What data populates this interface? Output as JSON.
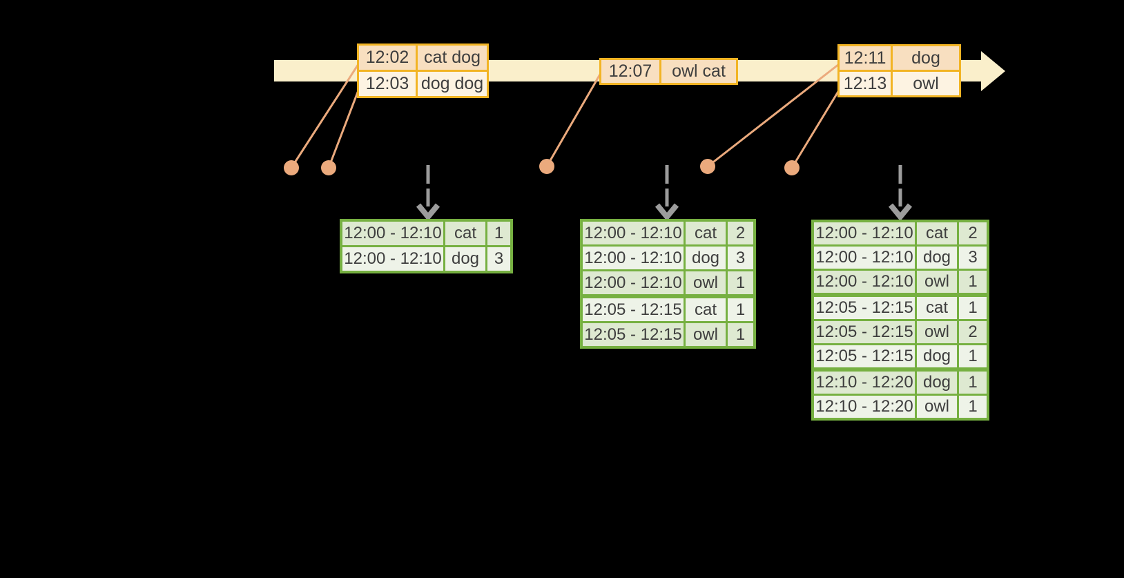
{
  "colors": {
    "background": "#000000",
    "timeline_fill": "#FAEFCB",
    "event_border": "#F2B424",
    "event_row_peach": "#F8DFC0",
    "event_row_cream": "#FDF3E2",
    "connector_salmon": "#EBAA7D",
    "result_border": "#76B041",
    "result_row_dark": "#DEE9D1",
    "result_row_light": "#EEF3E8",
    "trigger_arrow_gray": "#9C9C9C",
    "text": "#3E3E3E"
  },
  "timeline": {
    "arrowhead_icon": "right-arrow",
    "event_dot_count": 5,
    "trigger_arrow_count": 3
  },
  "event_tables": [
    {
      "rows": [
        [
          "12:02",
          "cat dog"
        ],
        [
          "12:03",
          "dog dog"
        ]
      ]
    },
    {
      "rows": [
        [
          "12:07",
          "owl cat"
        ]
      ]
    },
    {
      "rows": [
        [
          "12:11",
          "dog"
        ],
        [
          "12:13",
          "owl"
        ]
      ]
    }
  ],
  "result_tables": [
    {
      "rows": [
        [
          "12:00 - 12:10",
          "cat",
          "1"
        ],
        [
          "12:00 - 12:10",
          "dog",
          "3"
        ]
      ]
    },
    {
      "rows": [
        [
          "12:00 - 12:10",
          "cat",
          "2"
        ],
        [
          "12:00 - 12:10",
          "dog",
          "3"
        ],
        [
          "12:00 - 12:10",
          "owl",
          "1"
        ],
        [
          "12:05 - 12:15",
          "cat",
          "1"
        ],
        [
          "12:05 - 12:15",
          "owl",
          "1"
        ]
      ]
    },
    {
      "rows": [
        [
          "12:00 - 12:10",
          "cat",
          "2"
        ],
        [
          "12:00 - 12:10",
          "dog",
          "3"
        ],
        [
          "12:00 - 12:10",
          "owl",
          "1"
        ],
        [
          "12:05 - 12:15",
          "cat",
          "1"
        ],
        [
          "12:05 - 12:15",
          "owl",
          "2"
        ],
        [
          "12:05 - 12:15",
          "dog",
          "1"
        ],
        [
          "12:10 - 12:20",
          "dog",
          "1"
        ],
        [
          "12:10 - 12:20",
          "owl",
          "1"
        ]
      ]
    }
  ]
}
